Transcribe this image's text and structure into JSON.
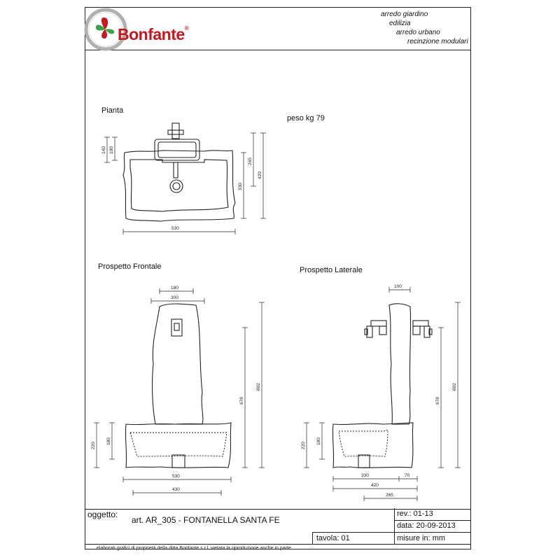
{
  "header": {
    "brand": "Bonfante",
    "brand_reg": "®",
    "categories": [
      "arredo giardino",
      "edilizia",
      "arredo urbano",
      "recinzione modulari"
    ]
  },
  "views": {
    "plan": "Pianta",
    "weight": "peso kg 79",
    "front": "Prospetto Frontale",
    "side": "Prospetto Laterale"
  },
  "dims": {
    "plan_140": "140",
    "plan_100": "100",
    "plan_265": "265",
    "plan_420": "420",
    "plan_330": "330",
    "plan_530": "530",
    "front_180": "180",
    "front_300": "300",
    "front_678": "678",
    "front_802": "802",
    "front_220": "220",
    "front_h180": "180",
    "front_530": "530",
    "front_430": "430",
    "side_100": "100",
    "side_678": "678",
    "side_802": "802",
    "side_220": "220",
    "side_180": "180",
    "side_330": "330",
    "side_70": "70",
    "side_420": "420",
    "side_265": "265"
  },
  "title_block": {
    "oggetto_label": "oggetto:",
    "article": "art. AR_305  -  FONTANELLA SANTA FE",
    "rev": "rev.: 01-13",
    "data": "data:  20-09-2013",
    "tavola": "tavola:  01",
    "misure": "misure in:   mm"
  },
  "footer": "elaborati grafici di proprietà della ditta Bonfante s.r.l. vietata la riproduzione anche in parte",
  "colors": {
    "line": "#222222",
    "brand_red": "#c8171e",
    "brand_green": "#3aa34a",
    "logo_ring": "#b0b0b0"
  }
}
